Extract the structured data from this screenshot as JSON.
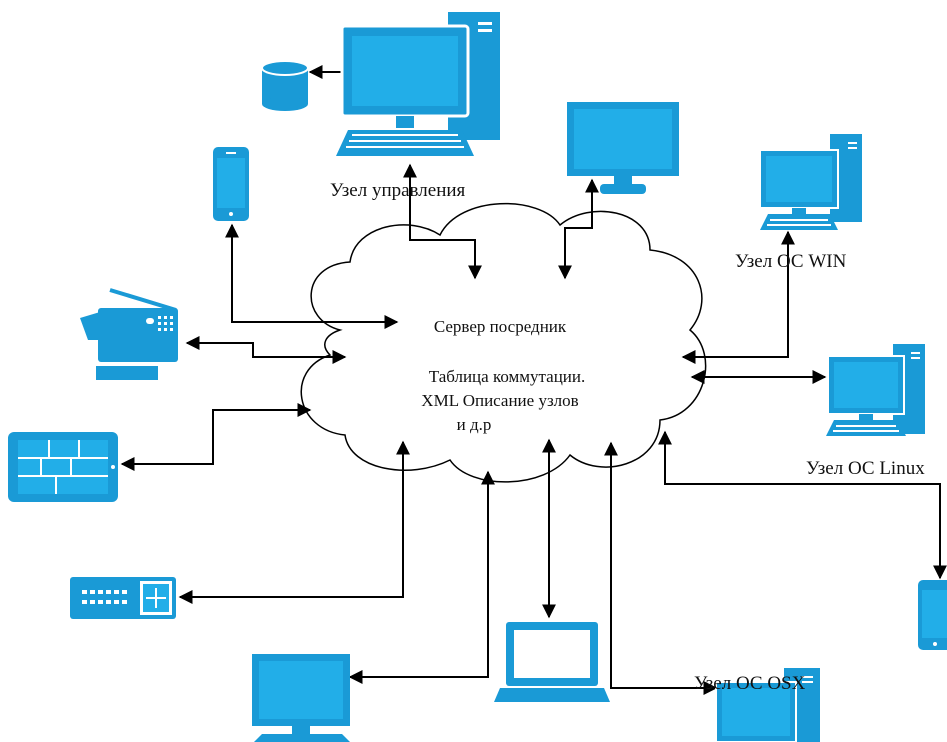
{
  "colors": {
    "device": "#1a9ad6",
    "screen": "#22aee8",
    "line": "#000000",
    "cloud_fill": "#ffffff"
  },
  "cloud": {
    "title": "Сервер посредник",
    "line1": "Таблица коммутации.",
    "line2": "XML Описание узлов",
    "line3": "и д.р"
  },
  "nodes": {
    "control": {
      "label": "Узел управления",
      "icon": "desktop-with-tower-icon"
    },
    "database": {
      "icon": "database-icon"
    },
    "monitor": {
      "icon": "monitor-icon"
    },
    "win": {
      "label": "Узел ОС WIN",
      "icon": "desktop-with-tower-icon"
    },
    "linux": {
      "label": "Узел ОС Linux",
      "icon": "desktop-with-tower-icon"
    },
    "osx": {
      "label": "Узел ОС OSX",
      "icon": "desktop-with-tower-icon"
    },
    "phone_left": {
      "icon": "smartphone-icon"
    },
    "phone_right": {
      "icon": "smartphone-icon"
    },
    "fax": {
      "icon": "fax-printer-icon"
    },
    "tablet": {
      "icon": "tablet-icon"
    },
    "switch": {
      "icon": "network-switch-icon"
    },
    "workstation_bottom": {
      "icon": "desktop-icon"
    },
    "laptop": {
      "icon": "laptop-icon"
    }
  }
}
